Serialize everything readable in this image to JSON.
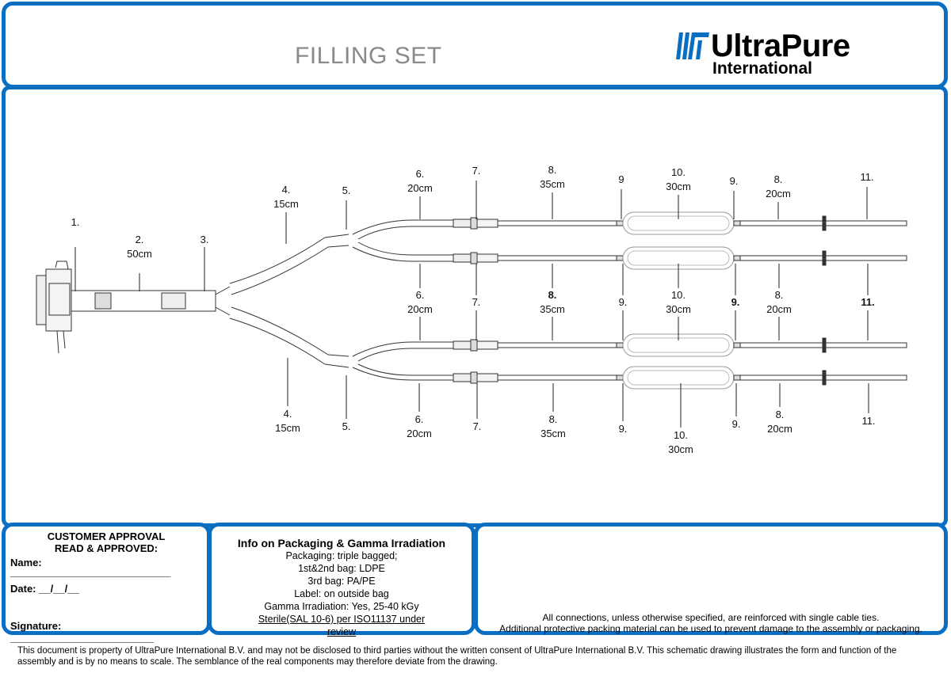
{
  "header": {
    "title": "FILLING SET",
    "logo_name": "UltraPure",
    "logo_sub": "International"
  },
  "brand_color": "#0a6fc2",
  "drawing": {
    "top_label_rows": {
      "upper": [
        {
          "num": "4.",
          "len": "15cm"
        },
        {
          "num": "5.",
          "len": ""
        },
        {
          "num": "6.",
          "len": "20cm"
        },
        {
          "num": "7.",
          "len": ""
        },
        {
          "num": "8.",
          "len": "35cm"
        },
        {
          "num": "9",
          "len": ""
        },
        {
          "num": "10.",
          "len": "30cm"
        },
        {
          "num": "9.",
          "len": ""
        },
        {
          "num": "8.",
          "len": "20cm"
        },
        {
          "num": "11.",
          "len": ""
        }
      ]
    },
    "left_labels": [
      {
        "num": "1.",
        "len": ""
      },
      {
        "num": "2.",
        "len": "50cm"
      },
      {
        "num": "3.",
        "len": ""
      }
    ],
    "middle_labels": [
      {
        "num": "6.",
        "len": "20cm"
      },
      {
        "num": "7.",
        "len": ""
      },
      {
        "num": "8.",
        "len": "35cm"
      },
      {
        "num": "9.",
        "len": ""
      },
      {
        "num": "10.",
        "len": "30cm"
      },
      {
        "num": "9.",
        "len": ""
      },
      {
        "num": "8.",
        "len": "20cm"
      },
      {
        "num": "11.",
        "len": ""
      }
    ],
    "bottom_labels": [
      {
        "num": "4.",
        "len": "15cm"
      },
      {
        "num": "5.",
        "len": ""
      },
      {
        "num": "6.",
        "len": "20cm"
      },
      {
        "num": "7.",
        "len": ""
      },
      {
        "num": "8.",
        "len": "35cm"
      },
      {
        "num": "9.",
        "len": ""
      },
      {
        "num": "10.",
        "len": "30cm"
      },
      {
        "num": "9.",
        "len": ""
      },
      {
        "num": "8.",
        "len": "20cm"
      },
      {
        "num": "11.",
        "len": ""
      }
    ]
  },
  "approval": {
    "heading": "CUSTOMER APPROVAL\nREAD & APPROVED:",
    "heading_1": "CUSTOMER APPROVAL",
    "heading_2": "READ & APPROVED:",
    "name_label": "Name:",
    "name_line": "____________________________",
    "date_label": "Date:  __/__/__",
    "signature_label": "Signature:  _________________________"
  },
  "packaging": {
    "heading": "Info on Packaging & Gamma Irradiation",
    "lines": [
      "Packaging: triple bagged;",
      "1st&2nd bag: LDPE",
      "3rd bag: PA/PE",
      "Label: on outside bag",
      "Gamma Irradiation: Yes, 25-40 kGy"
    ],
    "sterile_1": "Sterile(SAL 10-6) per ISO11137 under",
    "sterile_2": "review"
  },
  "notes": {
    "line1": "All connections, unless otherwise specified, are reinforced with single cable ties.",
    "line2": "Additional protective packing material can be used to prevent damage to the assembly or packaging."
  },
  "footer": {
    "text": "This document is property of UltraPure International B.V. and may not be disclosed to third parties without the written consent of UltraPure International B.V. This schematic drawing illustrates the form and function of the assembly and is by no means to scale. The semblance of the real components may therefore deviate from the drawing."
  }
}
